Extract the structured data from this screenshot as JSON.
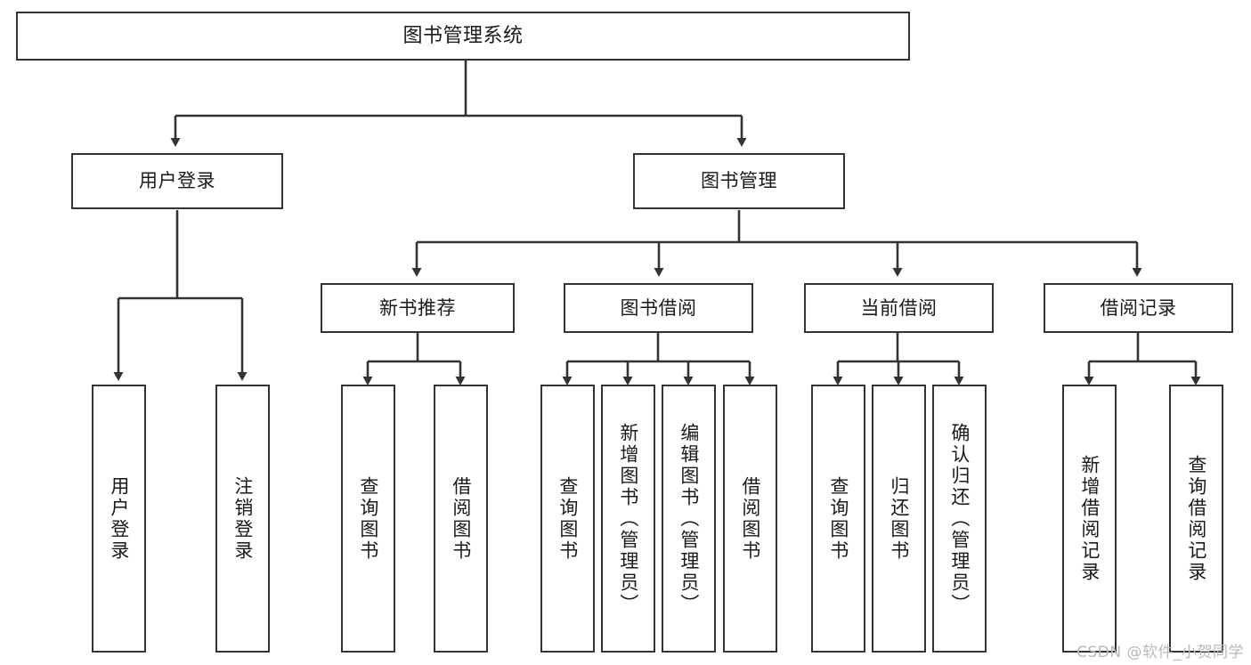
{
  "diagram": {
    "title": "图书管理系统",
    "type": "tree-hierarchy",
    "watermark": "CSDN @软件_小贺同学",
    "colors": {
      "background": "#ffffff",
      "box_border": "#333333",
      "box_fill": "#ffffff",
      "text": "#1a1a1a",
      "edge": "#333333",
      "watermark": "#b9b9b9"
    },
    "levels": {
      "root": {
        "label": "图书管理系统"
      },
      "level2": [
        {
          "label": "用户登录"
        },
        {
          "label": "图书管理"
        }
      ],
      "level3": [
        {
          "label": "新书推荐"
        },
        {
          "label": "图书借阅"
        },
        {
          "label": "当前借阅"
        },
        {
          "label": "借阅记录"
        }
      ],
      "leaves": {
        "user_login": [
          {
            "label": "用户登录"
          },
          {
            "label": "注销登录"
          }
        ],
        "new_book_recommend": [
          {
            "label": "查询图书"
          },
          {
            "label": "借阅图书"
          }
        ],
        "book_borrow": [
          {
            "label": "查询图书"
          },
          {
            "label": "新增图书（管理员）"
          },
          {
            "label": "编辑图书（管理员）"
          },
          {
            "label": "借阅图书"
          }
        ],
        "current_borrow": [
          {
            "label": "查询图书"
          },
          {
            "label": "归还图书"
          },
          {
            "label": "确认归还（管理员）"
          }
        ],
        "borrow_records": [
          {
            "label": "新增借阅记录"
          },
          {
            "label": "查询借阅记录"
          }
        ]
      }
    }
  }
}
